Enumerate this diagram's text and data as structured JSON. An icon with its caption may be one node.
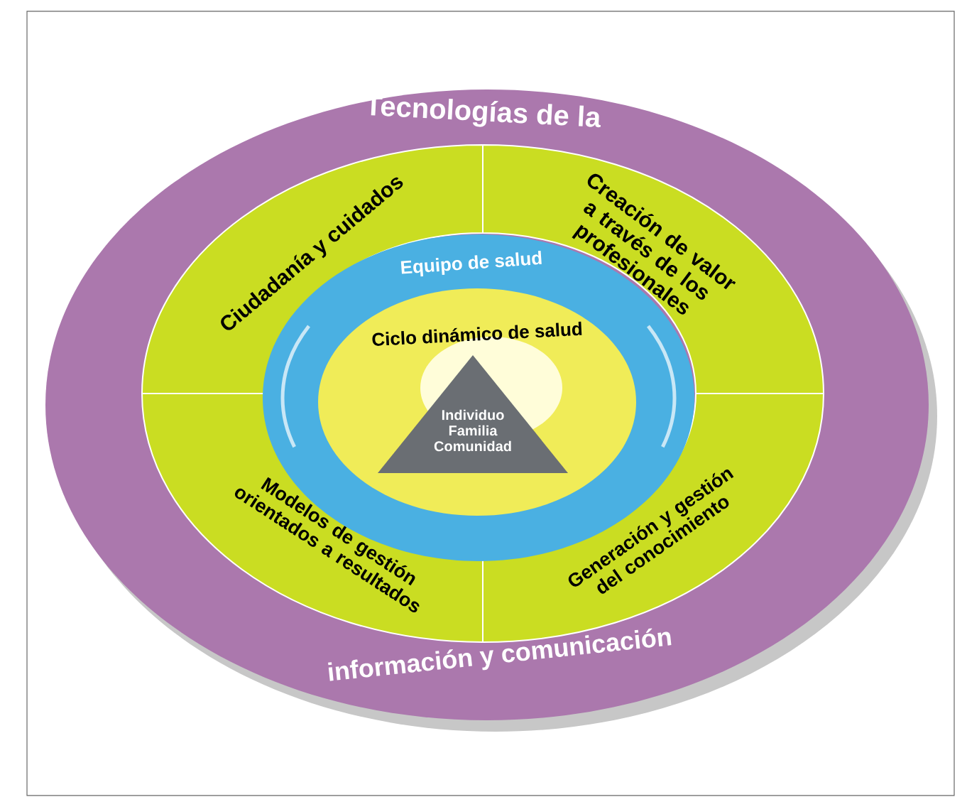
{
  "diagram": {
    "nodes": [
      {
        "text": [
          "Tecnologías de la",
          "información y comunicación"
        ]
      },
      {
        "text": [
          "Ciudadanía y cuidados"
        ],
        "in": 0
      },
      {
        "text": [
          "Creación de valor a través de los profesionales"
        ],
        "in": 0
      },
      {
        "text": [
          "Modelos de gestión orientados a resultados"
        ],
        "in": 0
      },
      {
        "text": [
          "Generación y gestión del conocimiento"
        ],
        "in": 0
      },
      {
        "text": [
          "Equipo de salud"
        ],
        "in": 0
      },
      {
        "text": [
          "Ciclo dinámico de salud"
        ],
        "in": 5
      },
      {
        "text": [
          "Individuo Familia Comunidad"
        ],
        "in": 6
      }
    ]
  }
}
